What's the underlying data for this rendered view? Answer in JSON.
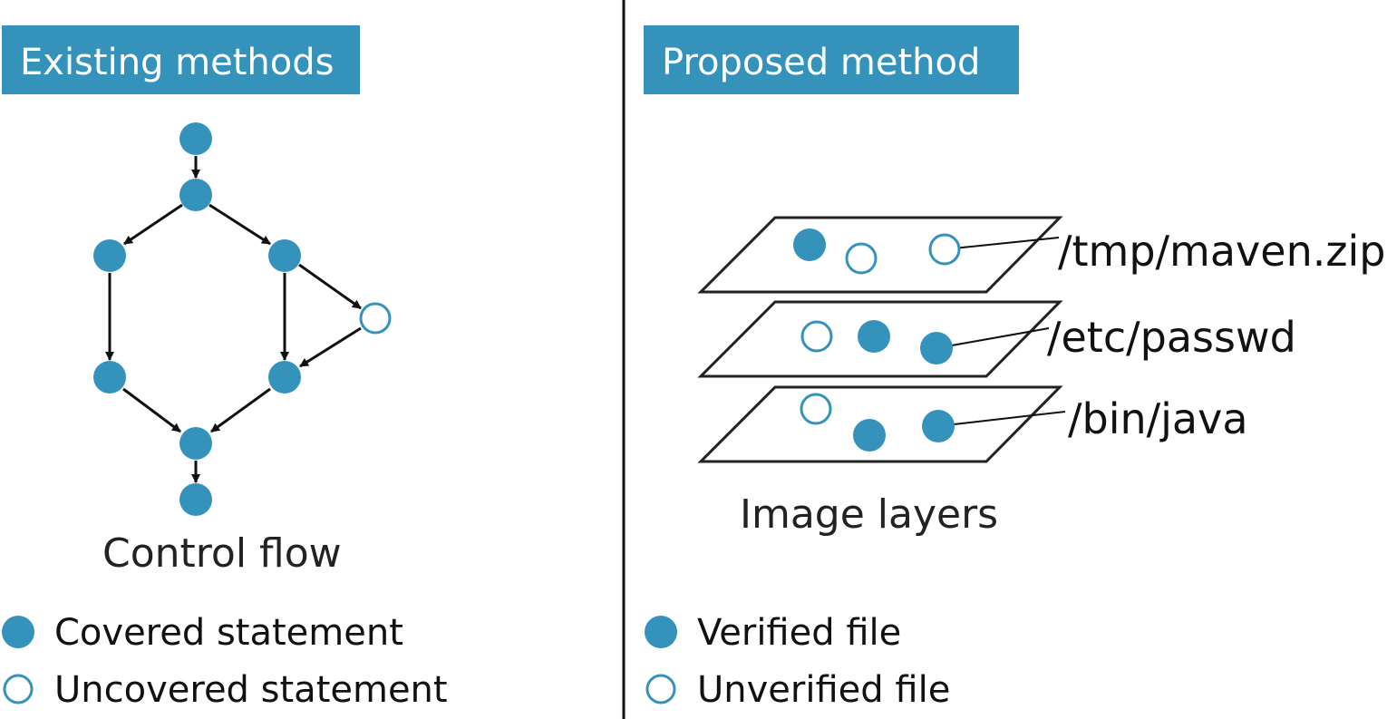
{
  "colors": {
    "accent": "#3592bb",
    "header_bg": "#3592bb",
    "header_text": "#ffffff",
    "line": "#111111"
  },
  "left_panel": {
    "header": "Existing methods",
    "caption": "Control flow",
    "legend": {
      "covered": "Covered statement",
      "uncovered": "Uncovered statement"
    },
    "graph": {
      "nodes": [
        {
          "id": "entry",
          "state": "covered"
        },
        {
          "id": "split",
          "state": "covered"
        },
        {
          "id": "left-branch",
          "state": "covered"
        },
        {
          "id": "right-branch",
          "state": "covered"
        },
        {
          "id": "side",
          "state": "uncovered"
        },
        {
          "id": "left-bottom",
          "state": "covered"
        },
        {
          "id": "right-bottom",
          "state": "covered"
        },
        {
          "id": "merge",
          "state": "covered"
        },
        {
          "id": "exit",
          "state": "covered"
        }
      ],
      "edges": [
        [
          "entry",
          "split"
        ],
        [
          "split",
          "left-branch"
        ],
        [
          "split",
          "right-branch"
        ],
        [
          "left-branch",
          "left-bottom"
        ],
        [
          "right-branch",
          "right-bottom"
        ],
        [
          "right-branch",
          "side"
        ],
        [
          "side",
          "right-bottom"
        ],
        [
          "left-bottom",
          "merge"
        ],
        [
          "right-bottom",
          "merge"
        ],
        [
          "merge",
          "exit"
        ]
      ]
    }
  },
  "right_panel": {
    "header": "Proposed method",
    "caption": "Image layers",
    "legend": {
      "verified": "Verified file",
      "unverified": "Unverified file"
    },
    "layers": [
      {
        "files": [
          "verified",
          "unverified",
          "unverified"
        ],
        "label": "/tmp/maven.zip"
      },
      {
        "files": [
          "unverified",
          "verified",
          "verified"
        ],
        "label": "/etc/passwd"
      },
      {
        "files": [
          "unverified",
          "verified",
          "verified"
        ],
        "label": "/bin/java"
      }
    ]
  }
}
